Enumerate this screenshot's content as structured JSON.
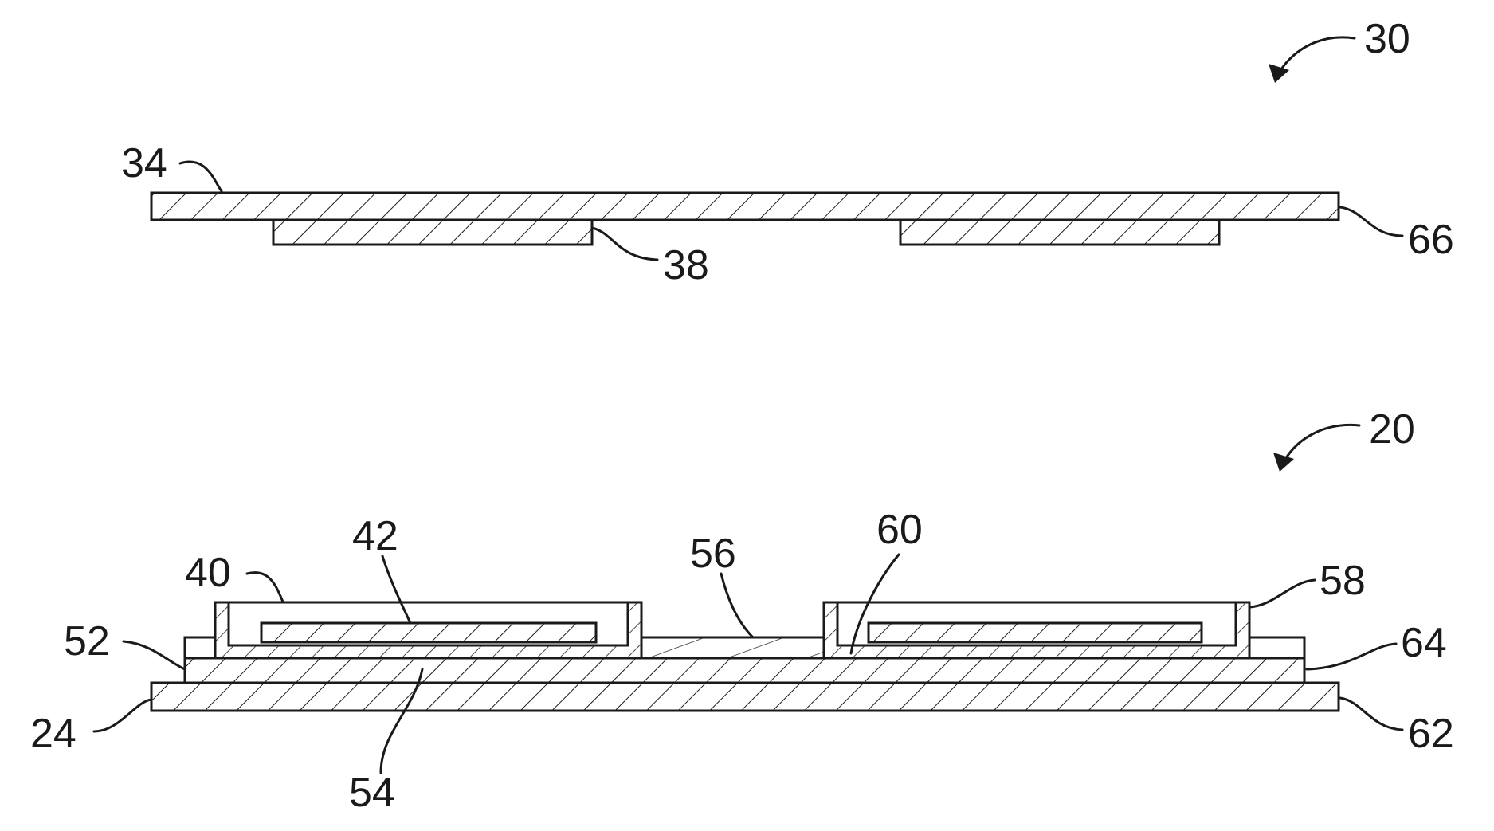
{
  "assemblies": {
    "upper": {
      "ref": "30",
      "layers": {
        "substrate": "34",
        "pads": "38",
        "edge": "66"
      }
    },
    "lower": {
      "ref": "20",
      "layers": {
        "cap": "40",
        "inner_pad": "42",
        "side_left": "52",
        "base_layer": "54",
        "gap": "56",
        "cap_right": "58",
        "cavity": "60",
        "side_right": "64",
        "substrate": "24",
        "edge": "62"
      }
    }
  },
  "colors": {
    "line": "#1a1a1a",
    "background": "#ffffff"
  }
}
